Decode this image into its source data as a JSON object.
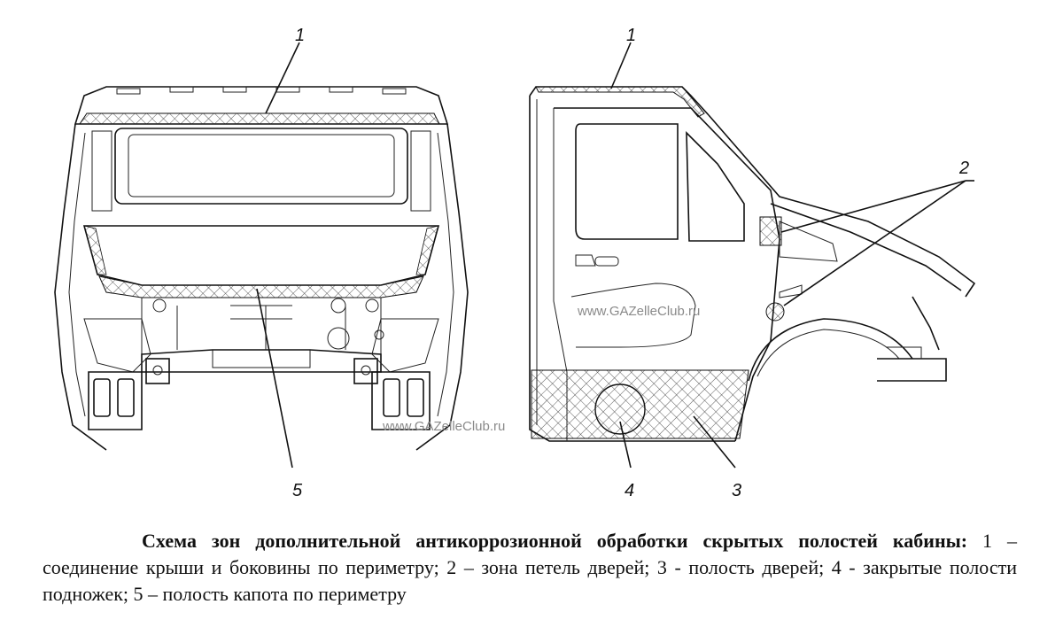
{
  "callouts": {
    "front_1": "1",
    "front_5": "5",
    "side_1": "1",
    "side_2": "2",
    "side_3": "3",
    "side_4": "4"
  },
  "watermarks": {
    "side": "www.GAZelleClub.ru",
    "bottom": "www.GAZelleClub.ru"
  },
  "caption": {
    "title": "Схема зон дополнительной антикоррозионной обработки скрытых полостей кабины:",
    "body": " 1 – соединение крыши и боковины по периметру; 2 – зона петель дверей; 3 - полость дверей; 4 - закрытые полости подножек; 5 – полость капота по периметру"
  }
}
